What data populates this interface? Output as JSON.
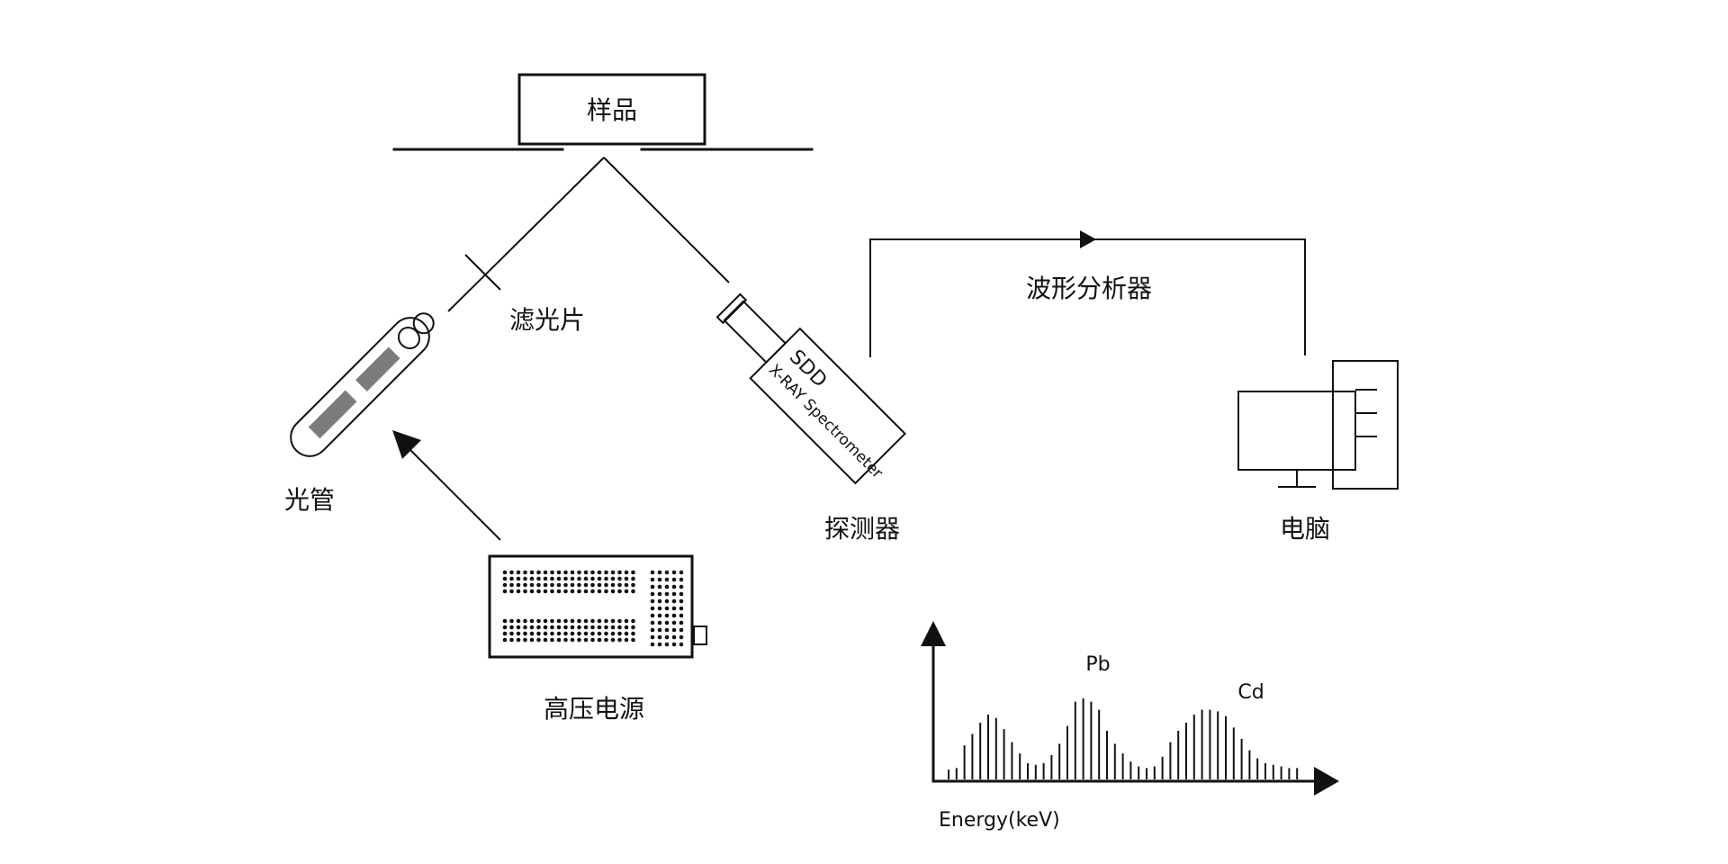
{
  "labels": {
    "sample": "样品",
    "filter": "滤光片",
    "tube": "光管",
    "hv_supply": "高压电源",
    "detector": "探测器",
    "detector_sdd": "SDD",
    "detector_spectrometer": "X-RAY Spectrometer",
    "analyzer": "波形分析器",
    "computer": "电脑"
  },
  "spectrum": {
    "peaks": [
      "Pb",
      "Cd"
    ],
    "xlabel": "Energy(keV)",
    "bars": [
      0.12,
      0.14,
      0.42,
      0.56,
      0.7,
      0.8,
      0.76,
      0.62,
      0.46,
      0.32,
      0.2,
      0.18,
      0.2,
      0.3,
      0.44,
      0.66,
      0.96,
      1.0,
      0.96,
      0.86,
      0.6,
      0.44,
      0.32,
      0.22,
      0.16,
      0.14,
      0.16,
      0.28,
      0.46,
      0.6,
      0.7,
      0.8,
      0.86,
      0.86,
      0.84,
      0.78,
      0.64,
      0.5,
      0.36,
      0.26,
      0.2,
      0.18,
      0.16,
      0.14,
      0.14
    ]
  }
}
